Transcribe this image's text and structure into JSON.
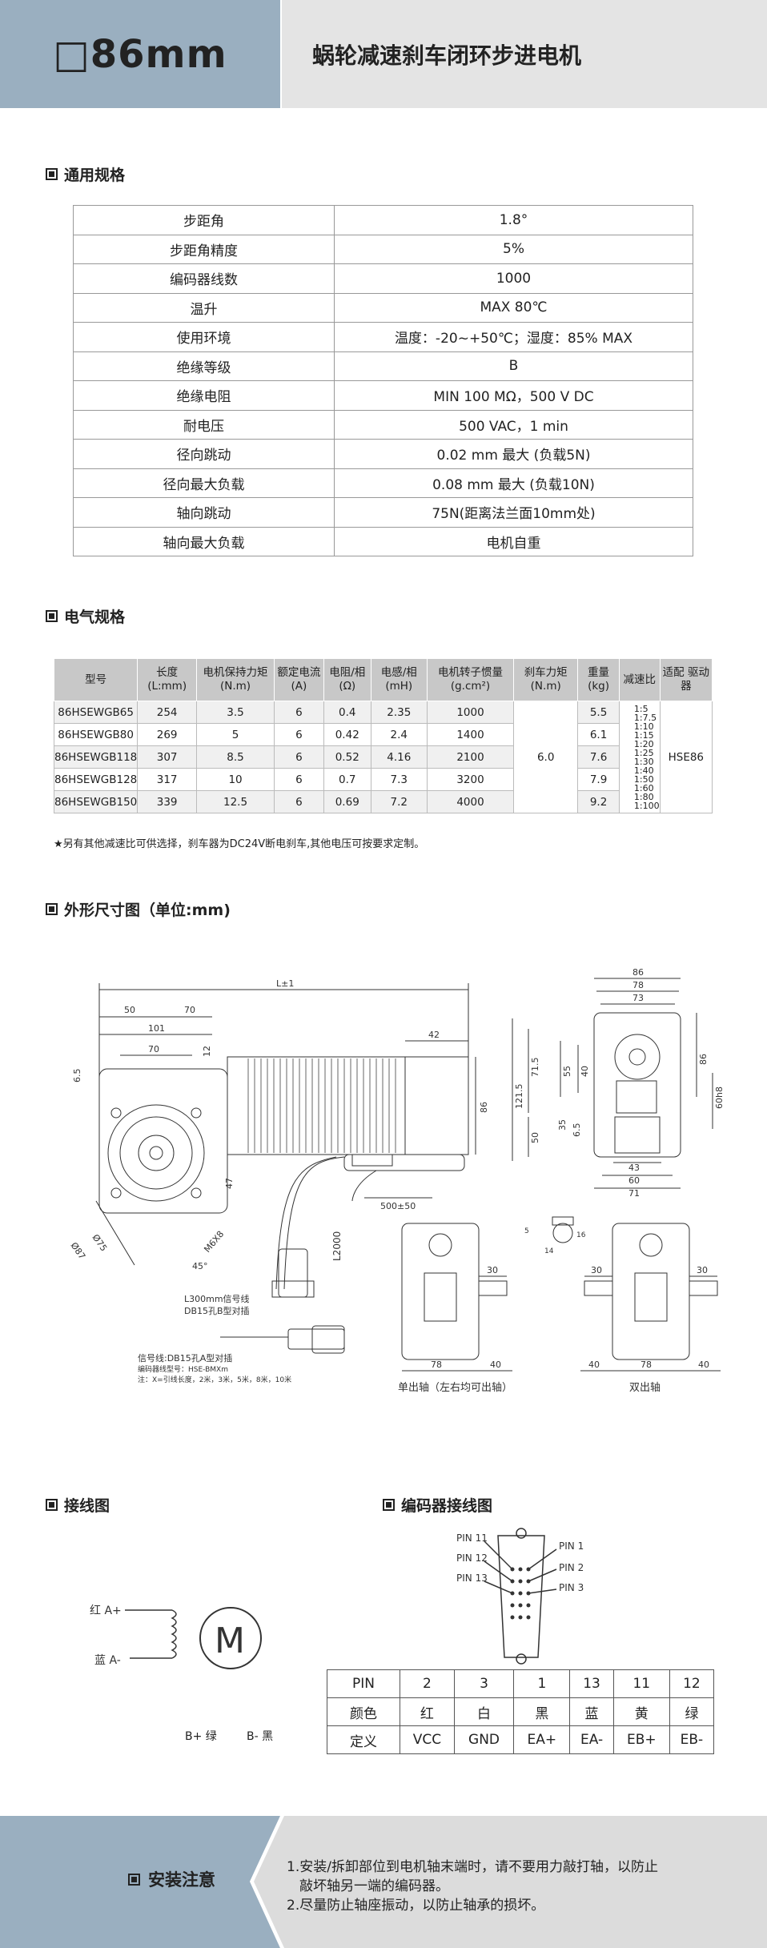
{
  "header": {
    "model": "□86mm",
    "title": "蜗轮减速刹车闭环步进电机"
  },
  "general": {
    "title": "通用规格",
    "rows": [
      [
        "步距角",
        "1.8°"
      ],
      [
        "步距角精度",
        "5%"
      ],
      [
        "编码器线数",
        "1000"
      ],
      [
        "温升",
        "MAX 80℃"
      ],
      [
        "使用环境",
        "温度：-20~+50℃；湿度：85% MAX"
      ],
      [
        "绝缘等级",
        "B"
      ],
      [
        "绝缘电阻",
        "MIN 100 MΩ，500 V DC"
      ],
      [
        "耐电压",
        "500 VAC，1 min"
      ],
      [
        "径向跳动",
        "0.02 mm 最大 (负载5N)"
      ],
      [
        "径向最大负载",
        "0.08 mm 最大 (负载10N)"
      ],
      [
        "轴向跳动",
        "75N(距离法兰面10mm处)"
      ],
      [
        "轴向最大负载",
        "电机自重"
      ]
    ]
  },
  "electrical": {
    "title": "电气规格",
    "headers": [
      "型号",
      "长度 (L:mm)",
      "电机保持力矩 (N.m)",
      "额定电流 (A)",
      "电阻/相 (Ω)",
      "电感/相 (mH)",
      "电机转子惯量 (g.cm²)",
      "刹车力矩 (N.m)",
      "重量 (kg)",
      "减速比",
      "适配 驱动器"
    ],
    "rows": [
      [
        "86HSEWGB65",
        "254",
        "3.5",
        "6",
        "0.4",
        "2.35",
        "1000",
        "5.5"
      ],
      [
        "86HSEWGB80",
        "269",
        "5",
        "6",
        "0.42",
        "2.4",
        "1400",
        "6.1"
      ],
      [
        "86HSEWGB118",
        "307",
        "8.5",
        "6",
        "0.52",
        "4.16",
        "2100",
        "7.6"
      ],
      [
        "86HSEWGB128",
        "317",
        "10",
        "6",
        "0.7",
        "7.3",
        "3200",
        "7.9"
      ],
      [
        "86HSEWGB150",
        "339",
        "12.5",
        "6",
        "0.69",
        "7.2",
        "4000",
        "9.2"
      ]
    ],
    "brake_torque": "6.0",
    "ratios": [
      "1:5",
      "1:7.5",
      "1:10",
      "1:15",
      "1:20",
      "1:25",
      "1:30",
      "1:40",
      "1:50",
      "1:60",
      "1:80",
      "1:100"
    ],
    "driver": "HSE86",
    "note": "★另有其他减速比可供选择，刹车器为DC24V断电刹车,其他电压可按要求定制。"
  },
  "dimension": {
    "title": "外形尺寸图（单位:mm)",
    "labels": {
      "L": "L±1",
      "d50": "50",
      "d70": "70",
      "d101": "101",
      "d70b": "70",
      "d12": "12",
      "d6_5": "6.5",
      "d42": "42",
      "d86v": "86",
      "d47": "47",
      "d75": "Ø75",
      "d87": "Ø87",
      "m6": "M6X8",
      "deg45": "45°",
      "cable": "500±50",
      "l2000": "L2000",
      "sig1": "L300mm信号线",
      "sig2": "DB15孔B型对插",
      "enc1": "信号线:DB15孔A型对插",
      "enc2": "编码器线型号：HSE-BMXm",
      "enc3": "注：X=引线长度，2米，3米，5米，8米，10米",
      "t86": "86",
      "t78": "78",
      "t73": "73",
      "s121": "121.5",
      "s71": "71.5",
      "s55": "55",
      "s40": "40",
      "s50": "50",
      "s35": "35",
      "s65": "6.5",
      "r86": "86",
      "r60": "60h8",
      "b43": "43",
      "b60": "60",
      "b71": "71",
      "k5": "5",
      "k14": "14",
      "k16": "16",
      "single30": "30",
      "single78": "78",
      "single40": "40",
      "single_cap": "单出轴（左右均可出轴）",
      "dbl30a": "30",
      "dbl30b": "30",
      "dbl40a": "40",
      "dbl78": "78",
      "dbl40b": "40",
      "dbl_cap": "双出轴"
    }
  },
  "wiring": {
    "title": "接线图",
    "a_plus": "红 A+",
    "a_minus": "蓝 A-",
    "b_plus": "B+ 绿",
    "b_minus": "B- 黑",
    "motor": "M"
  },
  "encoder": {
    "title": "编码器接线图",
    "pins_left": [
      "PIN 11",
      "PIN 12",
      "PIN 13"
    ],
    "pins_right": [
      "PIN 1",
      "PIN 2",
      "PIN 3"
    ],
    "rows": [
      [
        "PIN",
        "2",
        "3",
        "1",
        "13",
        "11",
        "12"
      ],
      [
        "颜色",
        "红",
        "白",
        "黑",
        "蓝",
        "黄",
        "绿"
      ],
      [
        "定义",
        "VCC",
        "GND",
        "EA+",
        "EA-",
        "EB+",
        "EB-"
      ]
    ]
  },
  "install": {
    "title": "安装注意",
    "notes": [
      "1.安装/拆卸部位到电机轴末端时，请不要用力敲打轴，以防止",
      "敲坏轴另一端的编码器。",
      "2.尽量防止轴座振动，以防止轴承的损坏。"
    ]
  }
}
